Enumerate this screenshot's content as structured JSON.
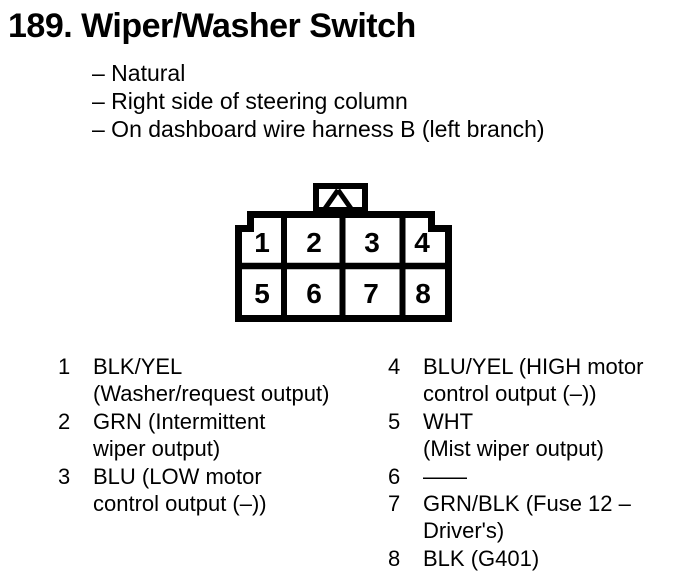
{
  "document": {
    "title": "189. Wiper/Washer Switch",
    "notes": [
      "– Natural",
      "– Right side of steering column",
      "– On dashboard wire harness B (left branch)"
    ]
  },
  "connector": {
    "cells": [
      "1",
      "2",
      "3",
      "4",
      "5",
      "6",
      "7",
      "8"
    ]
  },
  "pin_list": {
    "left": [
      {
        "number": "1",
        "lines": [
          "BLK/YEL",
          "(Washer/request output)"
        ]
      },
      {
        "number": "2",
        "lines": [
          "GRN (Intermittent",
          "wiper output)"
        ]
      },
      {
        "number": "3",
        "lines": [
          "BLU (LOW motor",
          "control output (–))"
        ]
      }
    ],
    "right": [
      {
        "number": "4",
        "lines": [
          "BLU/YEL (HIGH motor",
          "control output (–))"
        ]
      },
      {
        "number": "5",
        "lines": [
          "WHT",
          "(Mist wiper output)"
        ]
      },
      {
        "number": "6",
        "lines": [
          "——"
        ]
      },
      {
        "number": "7",
        "lines": [
          "GRN/BLK (Fuse 12 –",
          "Driver's)"
        ]
      },
      {
        "number": "8",
        "lines": [
          "BLK (G401)"
        ]
      }
    ]
  },
  "colors": {
    "ink": "#000000",
    "paper": "#ffffff"
  }
}
